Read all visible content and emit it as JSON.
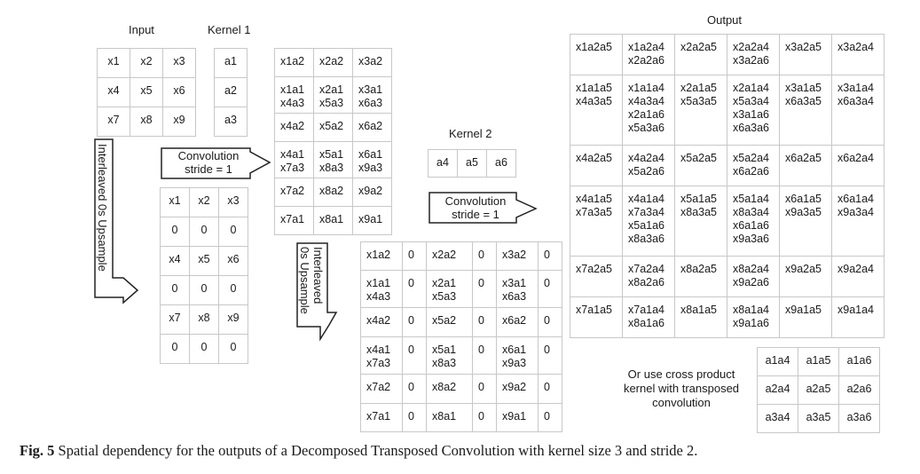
{
  "labels": {
    "input": "Input",
    "kernel1": "Kernel 1",
    "kernel2": "Kernel 2",
    "output": "Output",
    "conv1": "Convolution\nstride = 1",
    "conv2": "Convolution\nstride = 1",
    "upsample1": "Interleaved 0s Upsample",
    "upsample2": "Interleaved\n0s Upsample",
    "cross_product": "Or use cross product\nkernel with transposed\nconvolution"
  },
  "caption": {
    "prefix": "Fig. 5",
    "text": " Spatial dependency for the outputs of a Decomposed Transposed Convolution with kernel size 3 and stride 2."
  },
  "tables": {
    "input": [
      [
        "x1",
        "x2",
        "x3"
      ],
      [
        "x4",
        "x5",
        "x6"
      ],
      [
        "x7",
        "x8",
        "x9"
      ]
    ],
    "kernel1": [
      [
        "a1"
      ],
      [
        "a2"
      ],
      [
        "a3"
      ]
    ],
    "upsampled_input": [
      [
        "x1",
        "x2",
        "x3"
      ],
      [
        "0",
        "0",
        "0"
      ],
      [
        "x4",
        "x5",
        "x6"
      ],
      [
        "0",
        "0",
        "0"
      ],
      [
        "x7",
        "x8",
        "x9"
      ],
      [
        "0",
        "0",
        "0"
      ]
    ],
    "conv1_result": [
      [
        "x1a2",
        "x2a2",
        "x3a2"
      ],
      [
        "x1a1\nx4a3",
        "x2a1\nx5a3",
        "x3a1\nx6a3"
      ],
      [
        "x4a2",
        "x5a2",
        "x6a2"
      ],
      [
        "x4a1\nx7a3",
        "x5a1\nx8a3",
        "x6a1\nx9a3"
      ],
      [
        "x7a2",
        "x8a2",
        "x9a2"
      ],
      [
        "x7a1",
        "x8a1",
        "x9a1"
      ]
    ],
    "kernel2": [
      [
        "a4",
        "a5",
        "a6"
      ]
    ],
    "upsampled2": [
      [
        "x1a2",
        "0",
        "x2a2",
        "0",
        "x3a2",
        "0"
      ],
      [
        "x1a1\nx4a3",
        "0",
        "x2a1\nx5a3",
        "0",
        "x3a1\nx6a3",
        "0"
      ],
      [
        "x4a2",
        "0",
        "x5a2",
        "0",
        "x6a2",
        "0"
      ],
      [
        "x4a1\nx7a3",
        "0",
        "x5a1\nx8a3",
        "0",
        "x6a1\nx9a3",
        "0"
      ],
      [
        "x7a2",
        "0",
        "x8a2",
        "0",
        "x9a2",
        "0"
      ],
      [
        "x7a1",
        "0",
        "x8a1",
        "0",
        "x9a1",
        "0"
      ]
    ],
    "output": [
      [
        "x1a2a5",
        "x1a2a4\nx2a2a6",
        "x2a2a5",
        "x2a2a4\nx3a2a6",
        "x3a2a5",
        "x3a2a4"
      ],
      [
        "x1a1a5\nx4a3a5",
        "x1a1a4\nx4a3a4\nx2a1a6\nx5a3a6",
        "x2a1a5\nx5a3a5",
        "x2a1a4\nx5a3a4\nx3a1a6\nx6a3a6",
        "x3a1a5\nx6a3a5",
        "x3a1a4\nx6a3a4"
      ],
      [
        "x4a2a5",
        "x4a2a4\nx5a2a6",
        "x5a2a5",
        "x5a2a4\nx6a2a6",
        "x6a2a5",
        "x6a2a4"
      ],
      [
        "x4a1a5\nx7a3a5",
        "x4a1a4\nx7a3a4\nx5a1a6\nx8a3a6",
        "x5a1a5\nx8a3a5",
        "x5a1a4\nx8a3a4\nx6a1a6\nx9a3a6",
        "x6a1a5\nx9a3a5",
        "x6a1a4\nx9a3a4"
      ],
      [
        "x7a2a5",
        "x7a2a4\nx8a2a6",
        "x8a2a5",
        "x8a2a4\nx9a2a6",
        "x9a2a5",
        "x9a2a4"
      ],
      [
        "x7a1a5",
        "x7a1a4\nx8a1a6",
        "x8a1a5",
        "x8a1a4\nx9a1a6",
        "x9a1a5",
        "x9a1a4"
      ]
    ],
    "cross_kernel": [
      [
        "a1a4",
        "a1a5",
        "a1a6"
      ],
      [
        "a2a4",
        "a2a5",
        "a2a6"
      ],
      [
        "a3a4",
        "a3a5",
        "a3a6"
      ]
    ]
  }
}
